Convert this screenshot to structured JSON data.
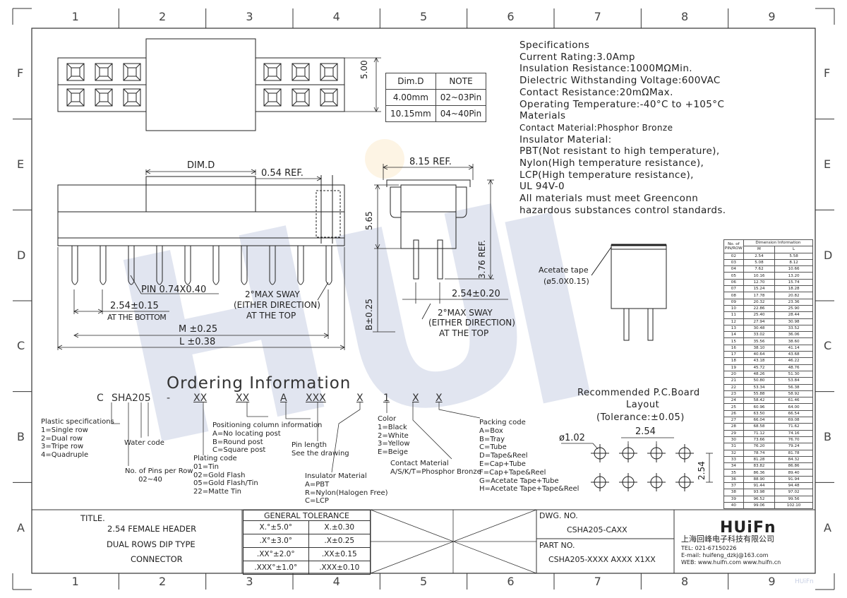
{
  "grid": {
    "columns": [
      "1",
      "2",
      "3",
      "4",
      "5",
      "6",
      "7",
      "8",
      "9"
    ],
    "rows": [
      "F",
      "E",
      "D",
      "C",
      "B",
      "A"
    ]
  },
  "specs": [
    "Specifications",
    "Current Rating:3.0Amp",
    "Insulation Resistance:1000MΩMin.",
    "Dielectric Withstanding Voltage:600VAC",
    "Contact Resistance:20mΩMax.",
    "Operating Temperature:-40°C to +105°C",
    "Materials",
    "Contact Material:Phosphor Bronze",
    "Insulator Material:",
    "PBT(Not resistant to high temperature),",
    "Nylon(High temperature resistance),",
    "LCP(High temperature resistance),",
    "UL 94V-0",
    "All materials must meet Greenconn",
    "hazardous substances control standards."
  ],
  "note_table": {
    "headers": [
      "Dim.D",
      "NOTE"
    ],
    "rows": [
      [
        "4.00mm",
        "02~03Pin"
      ],
      [
        "10.15mm",
        "04~40Pin"
      ]
    ]
  },
  "dims": {
    "top_height": "5.00",
    "dim_d": "DIM.D",
    "ref_054": "0.54 REF.",
    "pin": "PIN 0.74X0.40",
    "pitch_bottom": "2.54±0.15",
    "at_bottom": "AT THE BOTTOM",
    "sway_1": "2°MAX SWAY",
    "sway_2": "(EITHER DIRECTION)",
    "sway_3": "AT THE TOP",
    "m_dim": "M ±0.25",
    "l_dim": "L ±0.38",
    "side_ref": "8.15 REF.",
    "side_565": "5.65",
    "side_376": "3.76 REF.",
    "side_254": "2.54±0.20",
    "side_b": "B±0.25",
    "tape_label": "Acetate tape",
    "tape_size": "(ø5.0X0.15)"
  },
  "ordering": {
    "title": "Ordering Information",
    "code": [
      "C",
      "SHA205",
      "-",
      "XX",
      "XX",
      "A",
      "XXX",
      "X",
      "1",
      "X",
      "X"
    ],
    "plastic": "Plastic specifications\n1=Single row\n2=Dual row\n3=Tripe row\n4=Quadruple",
    "water": "Water code",
    "pins": "No. of Pins per Row\n      02~40",
    "plating": "Plating code\n01=Tin\n02=Gold Flash\n05=Gold Flash/Tin\n22=Matte Tin",
    "position": "Positioning column information\nA=No locating post\nB=Round post\nC=Square post",
    "pinlen": "Pin length\nSee the drawing",
    "insulator": "Insulator Material\nA=PBT\nR=Nylon(Halogen Free)\nC=LCP",
    "color": "Color\n1=Black\n2=White\n3=Yellow\nE=Beige",
    "contact": "Contact Material\nA/S/K/T=Phosphor Bronze",
    "packing": "Packing code\nA=Box\nB=Tray\nC=Tube\nD=Tape&Reel\nE=Cap+Tube\nF=Cap+Tape&Reel\nG=Acetate Tape+Tube\nH=Acetate Tape+Tape&Reel"
  },
  "pcb": {
    "title1": "Recommended P.C.Board",
    "title2": "Layout",
    "tolerance": "(Tolerance:±0.05)",
    "hole": "ø1.02",
    "pitch_h": "2.54",
    "pitch_v": "2.54"
  },
  "dimension_table": {
    "header_pin": "No. of PIN/ROW",
    "header_info": "Dimension Information",
    "header_m": "M",
    "header_l": "L",
    "rows": [
      [
        "02",
        "2.54",
        "5.58"
      ],
      [
        "03",
        "5.08",
        "8.12"
      ],
      [
        "04",
        "7.62",
        "10.66"
      ],
      [
        "05",
        "10.16",
        "13.20"
      ],
      [
        "06",
        "12.70",
        "15.74"
      ],
      [
        "07",
        "15.24",
        "18.28"
      ],
      [
        "08",
        "17.78",
        "20.82"
      ],
      [
        "09",
        "20.32",
        "23.36"
      ],
      [
        "10",
        "22.86",
        "25.90"
      ],
      [
        "11",
        "25.40",
        "28.44"
      ],
      [
        "12",
        "27.94",
        "30.98"
      ],
      [
        "13",
        "30.48",
        "33.52"
      ],
      [
        "14",
        "33.02",
        "36.06"
      ],
      [
        "15",
        "35.56",
        "38.60"
      ],
      [
        "16",
        "38.10",
        "41.14"
      ],
      [
        "17",
        "40.64",
        "43.68"
      ],
      [
        "18",
        "43.18",
        "46.22"
      ],
      [
        "19",
        "45.72",
        "48.76"
      ],
      [
        "20",
        "48.26",
        "51.30"
      ],
      [
        "21",
        "50.80",
        "53.84"
      ],
      [
        "22",
        "53.34",
        "56.38"
      ],
      [
        "23",
        "55.88",
        "58.92"
      ],
      [
        "24",
        "58.42",
        "61.46"
      ],
      [
        "25",
        "60.96",
        "64.00"
      ],
      [
        "26",
        "63.50",
        "66.54"
      ],
      [
        "27",
        "66.04",
        "69.08"
      ],
      [
        "28",
        "68.58",
        "71.62"
      ],
      [
        "29",
        "71.12",
        "74.16"
      ],
      [
        "30",
        "73.66",
        "76.70"
      ],
      [
        "31",
        "76.20",
        "79.24"
      ],
      [
        "32",
        "78.74",
        "81.78"
      ],
      [
        "33",
        "81.28",
        "84.32"
      ],
      [
        "34",
        "83.82",
        "86.86"
      ],
      [
        "35",
        "86.36",
        "89.40"
      ],
      [
        "36",
        "88.90",
        "91.94"
      ],
      [
        "37",
        "91.44",
        "94.48"
      ],
      [
        "38",
        "93.98",
        "97.02"
      ],
      [
        "39",
        "96.52",
        "99.56"
      ],
      [
        "40",
        "99.06",
        "102.10"
      ]
    ]
  },
  "title_block": {
    "title_label": "TITLE.",
    "title_1": "2.54 FEMALE HEADER",
    "title_2": "DUAL ROWS DIP TYPE",
    "title_3": "CONNECTOR",
    "tolerance_header": "GENERAL TOLERANCE",
    "tolerance_rows": [
      [
        "X.°±5.0°",
        "X.±0.30"
      ],
      [
        ".X°±3.0°",
        ".X±0.25"
      ],
      [
        ".XX°±2.0°",
        ".XX±0.15"
      ],
      [
        ".XXX°±1.0°",
        ".XXX±0.10"
      ]
    ],
    "dwg_label": "DWG. NO.",
    "dwg_value": "CSHA205-CAXX",
    "part_label": "PART NO.",
    "part_value": "CSHA205-XXXX AXXX X1XX",
    "company_logo": "HUiFn",
    "company_name": "上海回峰电子科技有限公司",
    "tel": "TEL: 021-67150226",
    "email": "E-mail: huifeng_dzkj@163.com",
    "web": "WEB: www.huifn.com  www.huifn.cn"
  },
  "watermark_text": "HUiFn"
}
